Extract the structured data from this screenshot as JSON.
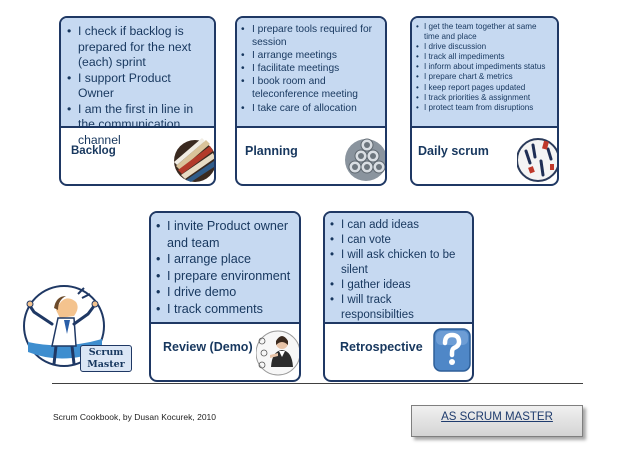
{
  "cards": {
    "backlog": {
      "title": "Backlog",
      "bullets": [
        "I check if backlog is prepared for the next (each) sprint",
        "I support Product Owner",
        "I am the first in line  in the communication channel"
      ],
      "icon": "book-stack-icon"
    },
    "planning": {
      "title": "Planning",
      "bullets": [
        "I prepare tools required for session",
        "I arrange meetings",
        "I facilitate meetings",
        "I book  room and teleconference meeting",
        "I take care of allocation"
      ],
      "icon": "steel-pipes-icon"
    },
    "daily": {
      "title": "Daily scrum",
      "bullets": [
        "I get the team together at same time and place",
        "I drive discussion",
        "I track all impediments",
        "I inform about impediments status",
        "I prepare chart & metrics",
        "I keep  report pages updated",
        "I track priorities & assignment",
        "I protect team from disruptions"
      ],
      "icon": "calendar-pages-icon"
    },
    "review": {
      "title": "Review (Demo)",
      "bullets": [
        "I invite Product owner and team",
        "I arrange place",
        "I prepare environment",
        "I drive demo",
        "I track comments"
      ],
      "icon": "presenter-icon"
    },
    "retro": {
      "title": "Retrospective",
      "bullets": [
        "I can add ideas",
        "I can vote",
        "I will ask chicken to be silent",
        "I gather ideas",
        "I will track responsibilties"
      ],
      "icon": "question-mark-icon"
    }
  },
  "scrum_master": {
    "badge_line1": "Scrum",
    "badge_line2": "Master",
    "icon": "scrum-master-character-icon"
  },
  "footer": {
    "credit": "Scrum Cookbook, by Dusan Kocurek, 2010",
    "role_label": "AS SCRUM MASTER"
  },
  "colors": {
    "card_fill": "#c6d9f1",
    "card_border": "#1f3864",
    "text": "#17375e"
  }
}
